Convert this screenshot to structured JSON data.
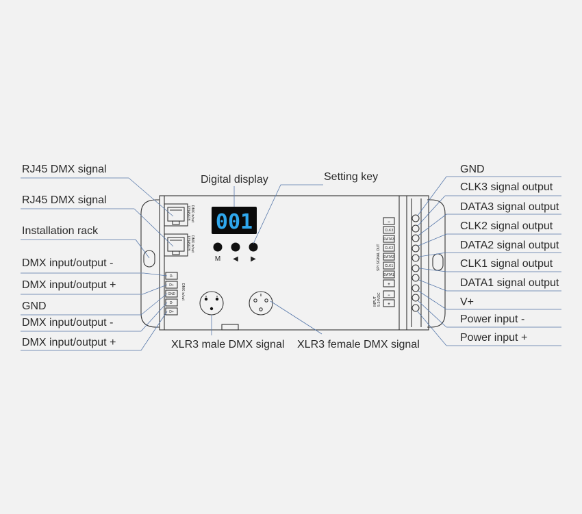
{
  "labels": {
    "rj45_top": "RJ45 DMX signal",
    "rj45_bottom": "RJ45 DMX signal",
    "installation_rack": "Installation rack",
    "dmx_minus_1": "DMX input/output -",
    "dmx_plus_1": "DMX input/output +",
    "gnd_left": "GND",
    "dmx_minus_2": "DMX input/output -",
    "dmx_plus_2": "DMX input/output +",
    "digital_display": "Digital display",
    "setting_key": "Setting key",
    "xlr_male": "XLR3 male DMX signal",
    "xlr_female": "XLR3 female DMX signal",
    "gnd_right": "GND",
    "clk3": "CLK3 signal output",
    "data3": "DATA3 signal output",
    "clk2": "CLK2 signal output",
    "data2": "DATA2 signal output",
    "clk1": "CLK1 signal output",
    "data1": "DATA1 signal output",
    "vplus": "V+",
    "power_minus": "Power input -",
    "power_plus": "Power input +"
  },
  "device": {
    "display_value": "001",
    "key_m": "M",
    "key_left": "◀",
    "key_right": "▶",
    "rj45_caption_top": "DMX in/out",
    "rj45_pins_top": "12345678",
    "rj45_caption_bottom": "DMX in/out",
    "rj45_pins_bottom": "12345678",
    "dmx_terminal_caption": "DMX in/out",
    "dmx_terminals": [
      "D-",
      "D+",
      "GND",
      "D-",
      "D+"
    ],
    "spi_caption": "SPI SIGNAL OUT",
    "spi_terminals": [
      "−",
      "CLK3",
      "DATA3",
      "CLK2",
      "DATA2",
      "CLK1",
      "DATA1",
      "+"
    ],
    "input_caption_1": "INPUT",
    "input_caption_2": "5-24VDC",
    "input_terminals": [
      "−",
      "+"
    ]
  }
}
